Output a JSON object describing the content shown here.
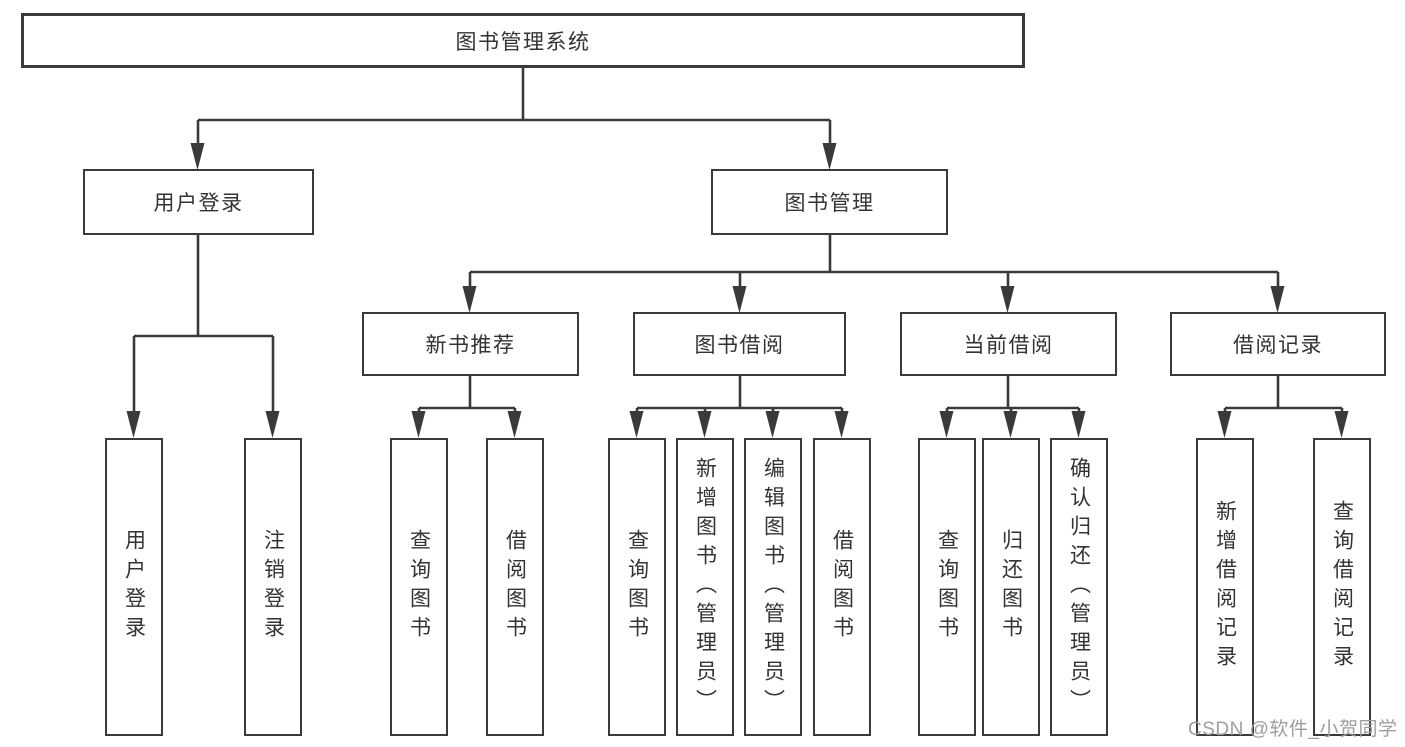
{
  "colors": {
    "line": "#3a3a3a",
    "text": "#333333",
    "box_fill": "#ffffff",
    "background": "#ffffff",
    "watermark": "#9e9e9e"
  },
  "nodes": {
    "root": {
      "label": "图书管理系统"
    },
    "level2": [
      {
        "label": "用户登录"
      },
      {
        "label": "图书管理"
      }
    ],
    "level3": [
      {
        "label": "新书推荐"
      },
      {
        "label": "图书借阅"
      },
      {
        "label": "当前借阅"
      },
      {
        "label": "借阅记录"
      }
    ],
    "leaves": [
      {
        "label": "用户登录"
      },
      {
        "label": "注销登录"
      },
      {
        "label": "查询图书"
      },
      {
        "label": "借阅图书"
      },
      {
        "label": "查询图书"
      },
      {
        "label": "新增图书（管理员）"
      },
      {
        "label": "编辑图书（管理员）"
      },
      {
        "label": "借阅图书"
      },
      {
        "label": "查询图书"
      },
      {
        "label": "归还图书"
      },
      {
        "label": "确认归还（管理员）"
      },
      {
        "label": "新增借阅记录"
      },
      {
        "label": "查询借阅记录"
      }
    ]
  },
  "watermark": {
    "text": "CSDN @软件_小贺同学"
  }
}
